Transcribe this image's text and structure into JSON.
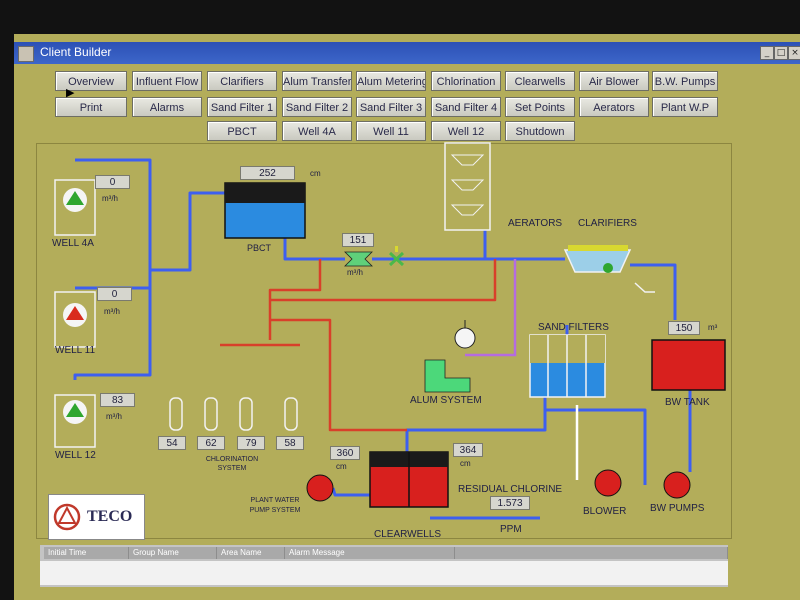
{
  "window": {
    "title": "Client Builder",
    "controls": [
      "_",
      "□",
      "×"
    ]
  },
  "nav": {
    "row1": [
      "Overview",
      "Influent Flow",
      "Clarifiers",
      "Alum Transfer",
      "Alum Metering",
      "Chlorination",
      "Clearwells",
      "Air Blower",
      "B.W. Pumps"
    ],
    "row2": [
      "Print",
      "Alarms",
      "Sand Filter 1",
      "Sand Filter 2",
      "Sand Filter 3",
      "Sand Filter 4",
      "Set Points",
      "Aerators",
      "Plant W.P"
    ],
    "row3": [
      "PBCT",
      "Well 4A",
      "Well 11",
      "Well 12",
      "Shutdown"
    ]
  },
  "wells": [
    {
      "name": "WELL 4A",
      "flow": "0",
      "unit": "m³/h",
      "status_color": "#2fa62f"
    },
    {
      "name": "WELL 11",
      "flow": "0",
      "unit": "m³/h",
      "status_color": "#d92b1e"
    },
    {
      "name": "WELL 12",
      "flow": "83",
      "unit": "m³/h",
      "status_color": "#2fa62f"
    }
  ],
  "pbct": {
    "name": "PBCT",
    "level": "252",
    "unit": "cm"
  },
  "flow_meter": {
    "value": "151",
    "unit": "m³/h"
  },
  "aerators": {
    "label": "AERATORS"
  },
  "clarifiers": {
    "label": "CLARIFIERS"
  },
  "sand_filters": {
    "label": "SAND FILTERS"
  },
  "bw_tank": {
    "label": "BW  TANK",
    "level": "150",
    "unit": "m³"
  },
  "alum_system": {
    "label": "ALUM SYSTEM"
  },
  "chlorination": {
    "label_line1": "CHLORINATION",
    "label_line2": "SYSTEM",
    "values": [
      "54",
      "62",
      "79",
      "58"
    ]
  },
  "clearwells": {
    "label": "CLEARWELLS",
    "level_left": "360",
    "level_right": "364",
    "unit": "cm"
  },
  "plant_water": {
    "label_line1": "PLANT WATER",
    "label_line2": "PUMP SYSTEM"
  },
  "residual_chlorine": {
    "label": "RESIDUAL CHLORINE",
    "value": "1.573",
    "unit": "PPM"
  },
  "blower": {
    "label": "BLOWER"
  },
  "bw_pumps": {
    "label": "BW PUMPS"
  },
  "logo": {
    "text": "TECO"
  },
  "alarm_table": {
    "columns": [
      "Initial Time",
      "Group Name",
      "Area Name",
      "Alarm Message"
    ]
  },
  "colors": {
    "water": "#3d5ff0",
    "chlorine": "#d8402a",
    "alum": "#b56be0",
    "air": "#ffffff",
    "tank_red": "#d8201e",
    "water_fill": "#2b8be0"
  }
}
